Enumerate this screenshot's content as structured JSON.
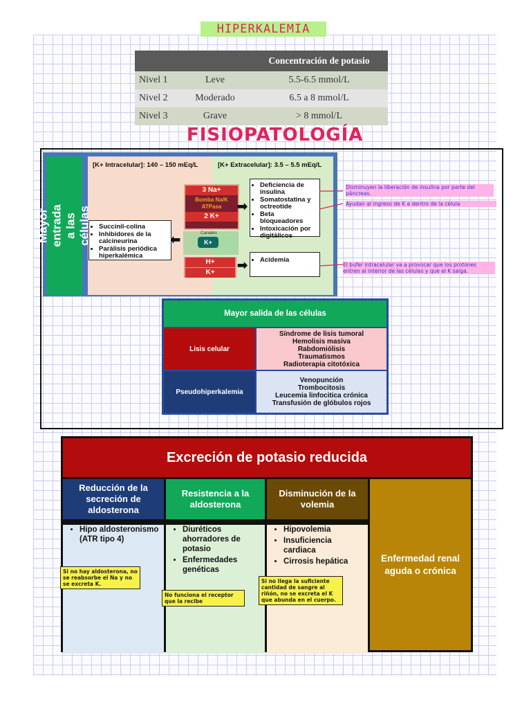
{
  "title": "HIPERKALEMIA",
  "levels_table": {
    "headers": [
      "",
      "",
      "Concentración de potasio"
    ],
    "rows": [
      [
        "Nivel 1",
        "Leve",
        "5.5-6.5 mmol/L"
      ],
      [
        "Nivel 2",
        "Moderado",
        "6.5 a 8 mmol/L"
      ],
      [
        "Nivel 3",
        "Grave",
        "> 8 mmol/L"
      ]
    ]
  },
  "section_title": "FISIOPATOLOGÍA",
  "diagram": {
    "vertical_label": "Mayor entrada a las células",
    "intra_label": "[K+ Intracelular]: 140 – 150 mEq/L",
    "extra_label": "[K+ Extracelular]: 3.5 – 5.5 mEq/L",
    "pump_na": "3 Na+",
    "pump_name": "Bomba Na/K ATPasa",
    "pump_k": "2 K+",
    "channel_label": "Canales",
    "channel_k": "K+",
    "h_label": "H+",
    "k_label": "K+",
    "left_list": [
      "Succinil-colina",
      "Inhibidores de la calcineurina",
      "Parálisis periódica hiperkalémica"
    ],
    "right_list": [
      "Deficiencia de insulina",
      "Somatostatina y octreotide",
      "Beta bloqueadores",
      "Intoxicación por digitálicos"
    ],
    "acidemia": "Acidemia"
  },
  "notes": {
    "note1": "Disminuyen la liberación de insulina por parte del páncreas.",
    "note2": "Ayudan al ingreso de K a dentro de la célula",
    "note3": "El bufer intracelular va a provocar que los protones entren al interior de las células y que el K salga."
  },
  "salida": {
    "header": "Mayor salida de las células",
    "rows": [
      {
        "label": "Lisis celular",
        "items": [
          "Síndrome de lisis tumoral",
          "Hemolisis masiva",
          "Rabdomiólisis",
          "Traumatismos",
          "Radioterapia citotóxica"
        ]
      },
      {
        "label": "Pseudohiperkalemia",
        "items": [
          "Venopunción",
          "Trombocitosis",
          "Leucemia linfocitica crónica",
          "Transfusión de glóbulos rojos"
        ]
      }
    ]
  },
  "excrecion": {
    "title": "Excreción de potasio reducida",
    "columns": [
      {
        "header": "Reducción de la secreción de aldosterona",
        "items": [
          "Hipo aldosteronismo (ATR tipo 4)"
        ],
        "note": "Si no hay aldosterona, no se reabsorbe el Na y no se excreta K."
      },
      {
        "header": "Resistencia a la aldosterona",
        "items": [
          "Diuréticos ahorradores de potasio",
          "Enfermedades genéticas"
        ],
        "note": "No funciona el receptor que la recibe"
      },
      {
        "header": "Disminución de la volemia",
        "items": [
          "Hipovolemia",
          "Insuficiencia cardiaca",
          "Cirrosis hepática"
        ],
        "note": "Si no llega la suficiente cantidad de sangre al riñón, no se excreta el K que abunda en el cuerpo."
      }
    ],
    "last_column": "Enfermedad renal aguda o crónica"
  },
  "colors": {
    "accent_pink": "#e0245a",
    "green": "#12a85a",
    "dark_red": "#b40c0c",
    "navy": "#1e3d78",
    "brown": "#6b4a08",
    "gold": "#b88508"
  }
}
